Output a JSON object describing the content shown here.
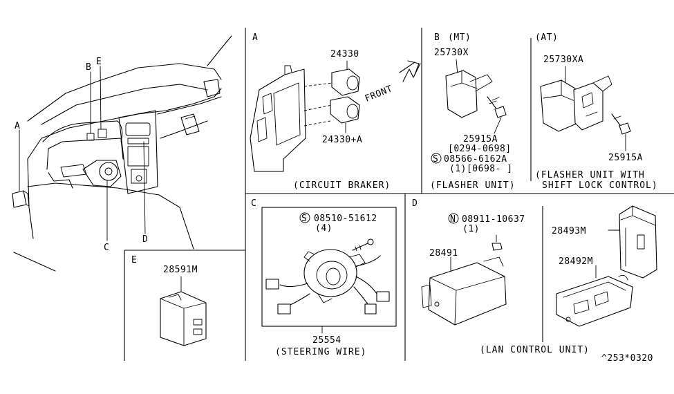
{
  "section_letters": {
    "A": "A",
    "B": "B",
    "C": "C",
    "D": "D",
    "E": "E"
  },
  "overview": {
    "A": "A",
    "B": "B",
    "C": "C",
    "D": "D",
    "E": "E"
  },
  "section_a": {
    "part_top": "24330",
    "part_bottom": "24330+A",
    "front_label": "FRONT",
    "caption": "(CIRCUIT BRAKER)"
  },
  "section_b_mt": {
    "title": "(MT)",
    "part_unit": "25730X",
    "part_bolt": "25915A",
    "bolt_dates": "[0294-0698]",
    "screw_prefix": "S",
    "screw_part": "08566-6162A",
    "screw_qty": "(1)[0698- ]",
    "caption": "(FLASHER UNIT)"
  },
  "section_b_at": {
    "title": "(AT)",
    "part_unit": "25730XA",
    "part_bolt": "25915A",
    "caption_line1": "(FLASHER UNIT WITH",
    "caption_line2": "SHIFT LOCK CONTROL)"
  },
  "section_c": {
    "screw_prefix": "S",
    "screw_part": "08510-51612",
    "screw_qty": "(4)",
    "part": "25554",
    "caption": "(STEERING WIRE)"
  },
  "section_d": {
    "nut_prefix": "N",
    "nut_part": "08911-10637",
    "nut_qty": "(1)",
    "part_unit": "28491",
    "part_cover": "28493M",
    "part_bracket": "28492M",
    "caption": "(LAN CONTROL UNIT)"
  },
  "section_e": {
    "part": "28591M"
  },
  "diagram_code": "^253*0320"
}
